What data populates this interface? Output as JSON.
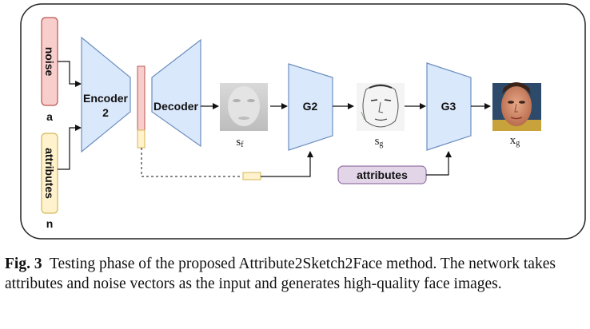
{
  "blocks": {
    "noise_label": "noise",
    "noise_letter": "a",
    "attributes_label": "attributes",
    "attributes_letter": "n",
    "encoder_line1": "Encoder",
    "encoder_line2": "2",
    "decoder": "Decoder",
    "g2": "G2",
    "g3": "G3",
    "attributes_box": "attributes"
  },
  "outputs": {
    "sf_base": "s",
    "sf_sub": "f",
    "sg_base": "s",
    "sg_sub": "g",
    "xg_base": "x",
    "xg_sub": "g"
  },
  "caption": {
    "label": "Fig. 3",
    "text": "Testing phase of the proposed Attribute2Sketch2Face method. The network takes attributes and noise vectors as the input and generates high-quality face images."
  },
  "colors": {
    "trapezoid_fill": "#dae8fc",
    "trapezoid_stroke": "#6c8ebf",
    "noise_fill": "#f8cecc",
    "noise_stroke": "#b85450",
    "attr_fill": "#fff2cc",
    "attr_stroke": "#d6b656",
    "purple_fill": "#e1d5e7",
    "purple_stroke": "#9673a6"
  }
}
